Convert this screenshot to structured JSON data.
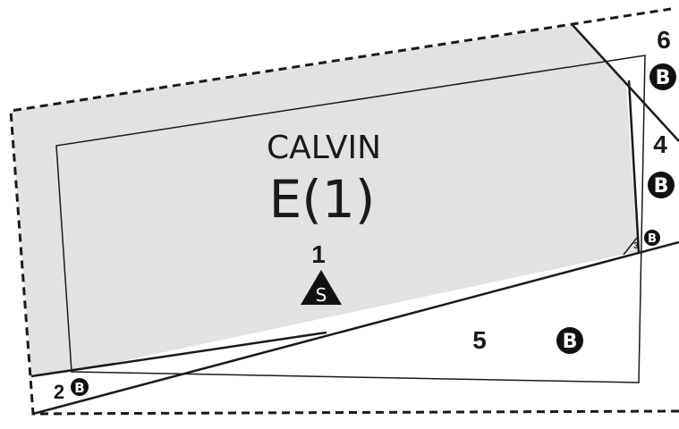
{
  "zone": {
    "name": "CALVIN",
    "designation": "E(1)"
  },
  "parcels": [
    {
      "id": "parcel-1",
      "number": "1",
      "symbol": "S"
    },
    {
      "id": "parcel-2",
      "number": "2",
      "symbol": "B"
    },
    {
      "id": "parcel-3",
      "number": "3",
      "symbol": "B"
    },
    {
      "id": "parcel-4",
      "number": "4",
      "symbol": "B"
    },
    {
      "id": "parcel-5",
      "number": "5",
      "symbol": "B"
    },
    {
      "id": "parcel-6",
      "number": "6",
      "symbol": "B"
    }
  ],
  "colors": {
    "shaded_area": "#e2e2e2",
    "lines": "#1a1a1a",
    "badge_fill": "#111111",
    "badge_text": "#ffffff"
  }
}
